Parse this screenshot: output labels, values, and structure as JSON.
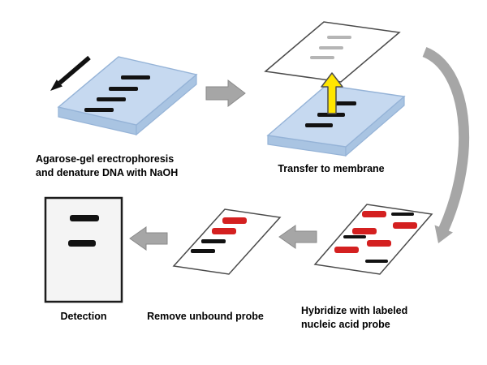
{
  "labels": {
    "electrophoresis": {
      "line1": "Agarose-gel erectrophoresis",
      "line2": "and denature DNA with NaOH"
    },
    "transfer": "Transfer to membrane",
    "hybridize": {
      "line1": "Hybridize with labeled",
      "line2": "nucleic acid probe"
    },
    "wash": "Remove unbound probe",
    "detection": "Detection"
  },
  "icons": {
    "loading_arrow": "black-diagonal-arrow",
    "step_arrow_right": "gray-block-arrow-right",
    "transfer_arrow": "yellow-block-arrow-up",
    "curved_arrow": "gray-curved-arrow-down",
    "step_arrow_left": "gray-block-arrow-left"
  },
  "colors": {
    "gel_fill": "#c6d9f0",
    "gel_side": "#a9c4e2",
    "gel_stroke": "#95b3d7",
    "membrane_fill": "#ffffff",
    "membrane_stroke": "#4a4a4a",
    "band_black": "#121212",
    "band_gray": "#b5b5b5",
    "probe_red": "#d42020",
    "arrow_gray": "#a6a6a6",
    "arrow_gray_stroke": "#8a8a8a",
    "arrow_yellow": "#ffe600",
    "arrow_black": "#111111",
    "film_fill": "#f4f4f4",
    "film_stroke": "#1c1c1c"
  }
}
